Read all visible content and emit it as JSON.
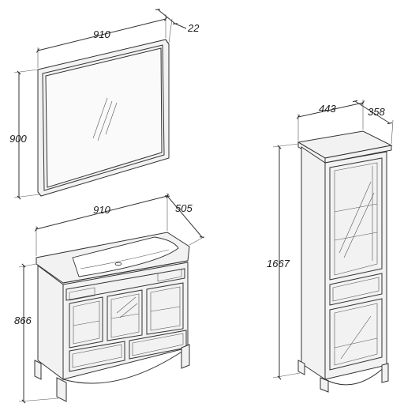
{
  "mirror": {
    "width": "910",
    "depth": "22",
    "height": "900"
  },
  "vanity": {
    "width": "910",
    "depth": "505",
    "height": "866"
  },
  "cabinet": {
    "width": "443",
    "depth": "358",
    "height": "1667"
  }
}
